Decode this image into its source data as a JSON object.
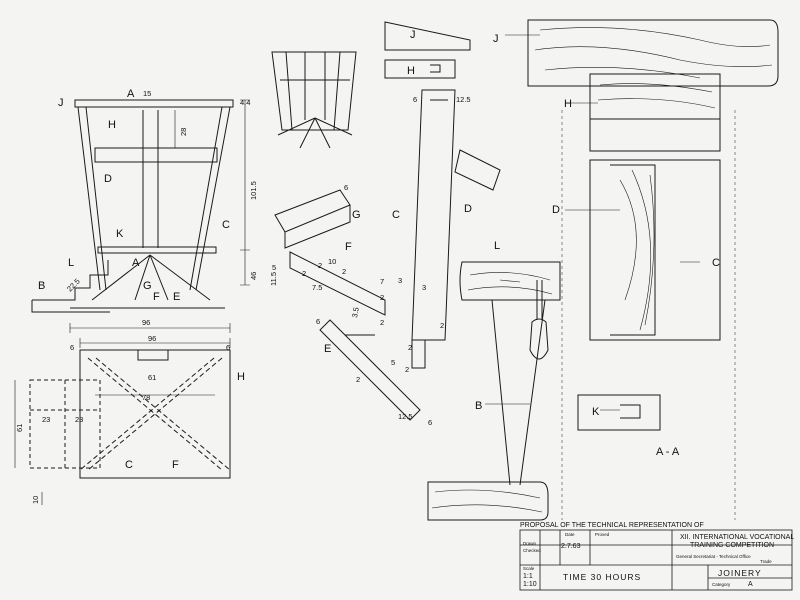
{
  "front_view": {
    "labels": [
      "J",
      "A",
      "H",
      "D",
      "C",
      "K",
      "L",
      "B",
      "G",
      "F",
      "E",
      "A"
    ],
    "dims": [
      "15",
      "4.4",
      "28",
      "101.5",
      "46",
      "96",
      "22.5"
    ]
  },
  "plan_view": {
    "dims": [
      "96",
      "6",
      "6",
      "61",
      "78",
      "61",
      "23",
      "23",
      "10"
    ],
    "labels": [
      "H",
      "C",
      "F"
    ]
  },
  "exploded_view": {
    "labels": [
      "J",
      "H",
      "C",
      "D",
      "G",
      "F",
      "E"
    ],
    "dims": [
      "6",
      "12.5",
      "6",
      "11.5",
      "5",
      "2",
      "2",
      "10",
      "7",
      "7.5",
      "2",
      "2",
      "3",
      "3",
      "2",
      "6",
      "2",
      "2",
      "3.5",
      "2",
      "2",
      "5",
      "12.5",
      "6"
    ]
  },
  "section_view": {
    "labels": [
      "J",
      "H",
      "D",
      "C",
      "L",
      "B",
      "K"
    ],
    "section_mark": "A - A"
  },
  "title_block": {
    "proposal": "PROPOSAL OF THE TECHNICAL REPRESENTATION OF",
    "competition_line1": "XII. INTERNATIONAL VOCATIONAL",
    "competition_line2": "TRAINING COMPETITION",
    "office": "General Secretariat - Technical Office",
    "date_label": "Date",
    "proved_label": "Proved",
    "drawn_label": "Drawn",
    "checked_label": "Checked",
    "date_value": "2.7.63",
    "scale_label": "Scale",
    "scale_values": [
      "1:1",
      "1:10"
    ],
    "time_text": "TIME 30 HOURS",
    "trade_label": "Trade",
    "trade_value": "JOINERY",
    "category_label": "Category",
    "category_value": "A"
  }
}
